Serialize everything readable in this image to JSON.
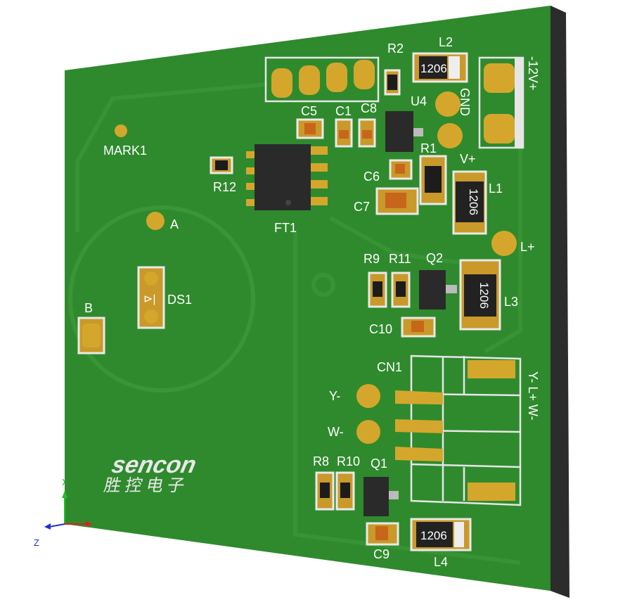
{
  "board": {
    "colors": {
      "board": "#2f8a2d",
      "shadow": "#3a3a3a",
      "pad": "#d4a72c",
      "silk": "#ffffff",
      "background": "#ffffff"
    },
    "labels": {
      "r2": "R2",
      "l2": "L2",
      "c5": "C5",
      "c1": "C1",
      "c8": "C8",
      "u4": "U4",
      "gnd": "GND",
      "v12": "-12V+",
      "mark1": "MARK1",
      "r12": "R12",
      "r1": "R1",
      "c6": "C6",
      "vplus": "V+",
      "l1": "L1",
      "c7": "C7",
      "ft1": "FT1",
      "a": "A",
      "lplus": "L+",
      "r9": "R9",
      "r11": "R11",
      "q2": "Q2",
      "ds1": "DS1",
      "b": "B",
      "l3": "L3",
      "c10": "C10",
      "cn1": "CN1",
      "yminus": "Y-",
      "wminus": "W-",
      "connector_pins": "Y- L+ W-",
      "r8": "R8",
      "r10": "R10",
      "q1": "Q1",
      "c9": "C9",
      "l4": "L4"
    },
    "inductor_marking": {
      "l2": "1206",
      "l1": "1206",
      "l3": "1206",
      "l4": "1206"
    },
    "logo": {
      "brand": "sencon",
      "chinese": "胜控电子"
    }
  },
  "axes": {
    "x": "X",
    "z": "Z"
  }
}
